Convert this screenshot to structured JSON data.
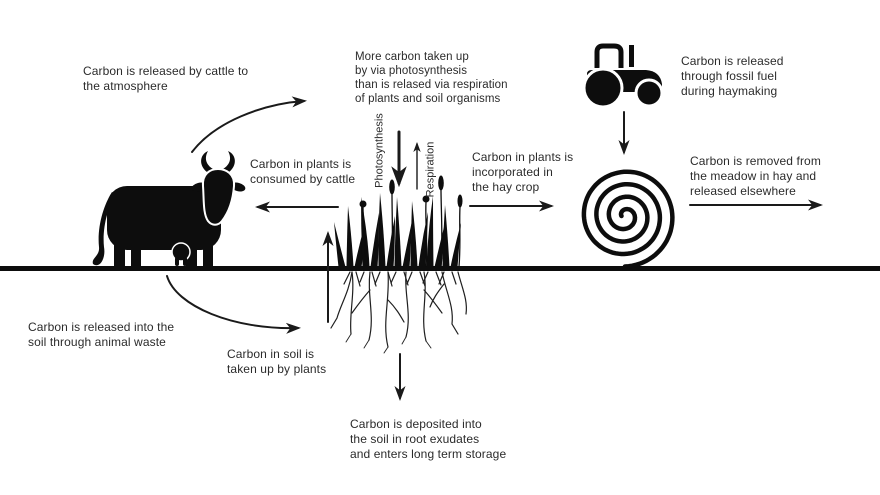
{
  "diagram": {
    "subject": "meadow-carbon-cycle",
    "colors": {
      "ink": "#0d0d0d",
      "text": "#2b2b2b",
      "background": "#ffffff"
    },
    "labels": {
      "cattle_atmosphere": "Carbon is released by cattle to\nthe atmosphere",
      "net_uptake": "More carbon taken up\nby via photosynthesis\nthan is relased via respiration\nof plants and soil organisms",
      "fossil_fuel": "Carbon is released\nthrough fossil fuel\nduring haymaking",
      "consumed_by_cattle": "Carbon in plants is\nconsumed by cattle",
      "hay_crop": "Carbon in plants is\nincorporated in\nthe hay crop",
      "removed_elsewhere": "Carbon is removed from\nthe meadow in hay and\nreleased elsewhere",
      "animal_waste": "Carbon is released into the\nsoil through animal waste",
      "soil_uptake": "Carbon in soil is\ntaken up by plants",
      "root_exudates": "Carbon is deposited into\nthe soil in root exudates\nand enters long term storage",
      "photosynthesis": "Photosynthesis",
      "respiration": "Respiration"
    },
    "icons": {
      "cow-icon": "black cow silhouette standing on ground line",
      "tractor-icon": "black tractor silhouette",
      "hay-bale-icon": "spiral round hay bale on ground line",
      "grass-and-roots-icon": "grass tuft above ground with root system below",
      "ground-line": "thick horizontal soil line across full width"
    }
  }
}
